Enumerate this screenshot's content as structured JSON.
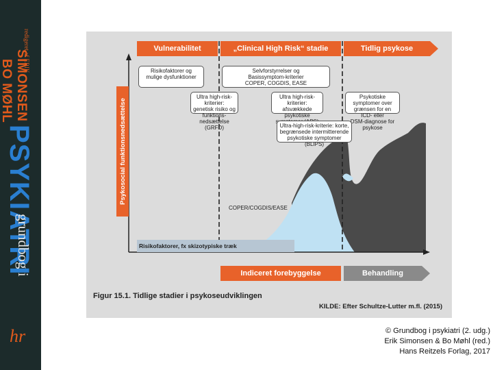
{
  "book": {
    "editors_label": "redigeret af ERIK",
    "author_1": "SIMONSEN",
    "author_2": "BO MØHL",
    "title": "PSYKIATRI",
    "subtitle": "grundbog i",
    "publisher_logo": "hr"
  },
  "figure": {
    "stages": [
      "Vulnerabilitet",
      "„Clinical High Risk“ stadie",
      "Tidlig psykose"
    ],
    "y_axis_label": "Psykosocial funktionsnedsættelse",
    "boxes": {
      "risk": [
        "Risikofaktorer og",
        "mulige dysfunktioner"
      ],
      "basis": [
        "Selvforstyrrelser og",
        "Basissymptom-kriterier",
        "COPER, COGDIS, EASE"
      ],
      "grfd": [
        "Ultra high-risk-kriterier:",
        "genetisk risiko og funktions-",
        "nedsættelse (GRFD)"
      ],
      "aps": [
        "Ultra high-risk-kriterier:",
        "afsvækkede psykotiske",
        "symptomer (APS)"
      ],
      "icd": [
        "Psykotiske symptomer over",
        "grænsen for en ICD- eller",
        "DSM-diagnose for psykose"
      ],
      "bips": [
        "Ultra-high-risk-kriterie: korte,",
        "begrænsede intermitterende",
        "psykotiske symptomer (BLIPS)"
      ]
    },
    "curve_label": "COPER/COGDIS/EASE",
    "baseline_label": "Risikofaktorer, fx skizotypiske træk",
    "bottom": {
      "prevention": "Indiceret forebyggelse",
      "treatment": "Behandling"
    },
    "caption": "Figur 15.1. Tidlige stadier i psykoseudviklingen",
    "source": "KILDE: Efter Schultze-Lutter m.fl. (2015)",
    "colors": {
      "orange": "#e8622a",
      "light_blue": "#bfe1f3",
      "dark_grey": "#4a4a4a",
      "background": "#dcdcdc"
    }
  },
  "copyright": {
    "line1": "© Grundbog i psykiatri (2. udg.)",
    "line2": "Erik Simonsen & Bo Møhl (red.)",
    "line3": "Hans Reitzels Forlag, 2017"
  }
}
